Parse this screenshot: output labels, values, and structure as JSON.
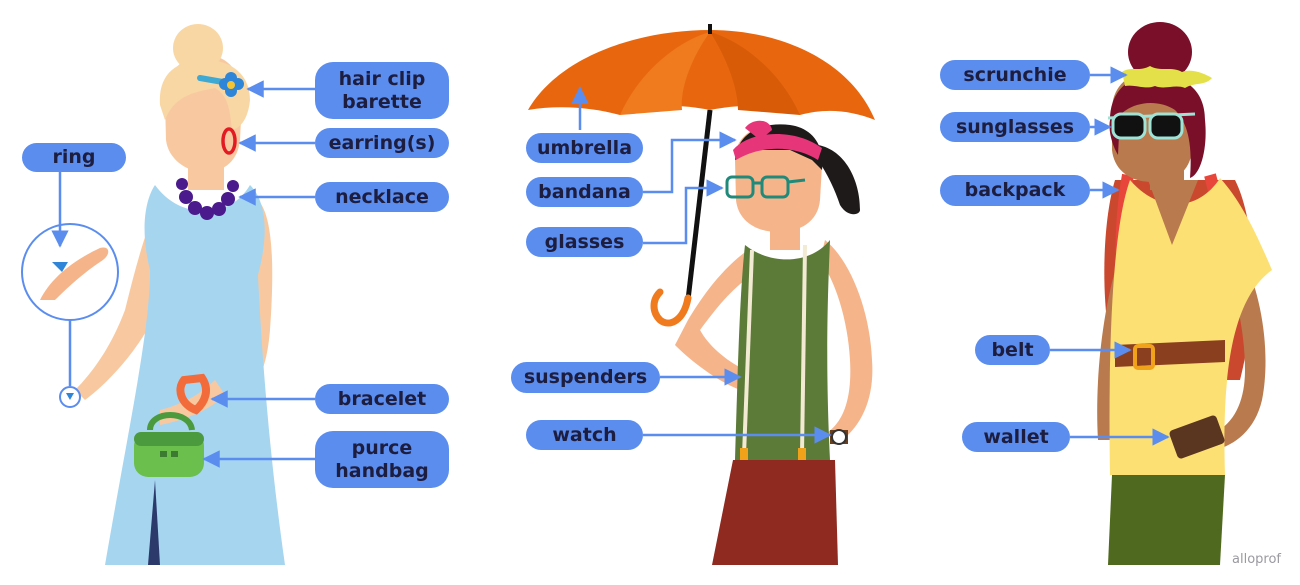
{
  "labels": {
    "ring": "ring",
    "hair_clip": "hair clip",
    "barette": "barette",
    "earrings": "earring(s)",
    "necklace": "necklace",
    "bracelet": "bracelet",
    "purce": "purce",
    "handbag": "handbag",
    "umbrella": "umbrella",
    "bandana": "bandana",
    "glasses": "glasses",
    "suspenders": "suspenders",
    "watch": "watch",
    "scrunchie": "scrunchie",
    "sunglasses": "sunglasses",
    "backpack": "backpack",
    "belt": "belt",
    "wallet": "wallet"
  },
  "watermark": "alloprof",
  "colors": {
    "label_bg": "#5b8def",
    "label_text": "#1d1d3f",
    "arrow": "#5b8def",
    "skin_light": "#f8c9a0",
    "skin_mid": "#f5b48a",
    "skin_dark": "#b97a4e",
    "dress": "#a6d5f0",
    "umbrella": "#e8670e",
    "shirt_green": "#5c7a38",
    "pants_red": "#8e2a20",
    "shirt_yellow": "#fde073",
    "backpack": "#d9412f"
  }
}
